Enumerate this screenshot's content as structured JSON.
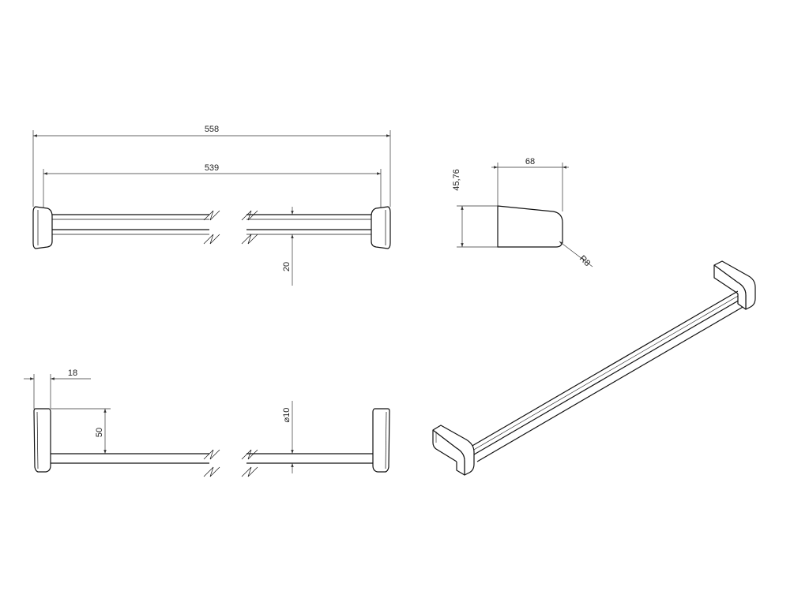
{
  "drawing": {
    "type": "technical drawing",
    "subject": "towel bar",
    "line_color": "#111111",
    "dimension_color": "#333333",
    "background_color": "#ffffff",
    "dimensions": {
      "overall_length": "558",
      "bar_length": "539",
      "bar_height": "20",
      "wall_offset": "18",
      "projection": "50",
      "bar_diameter": "⌀10",
      "bracket_height": "45,76",
      "bracket_depth": "68",
      "corner_radius": "R8"
    }
  }
}
